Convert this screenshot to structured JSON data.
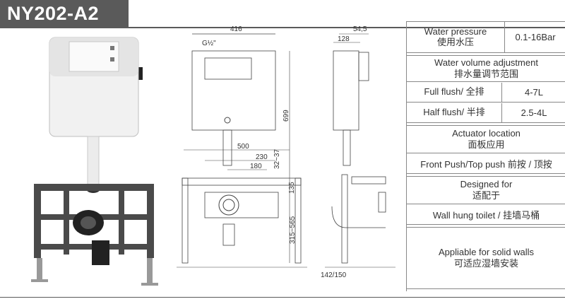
{
  "header": {
    "model": "NY202-A2"
  },
  "dimensions": {
    "front_width": "416",
    "inlet_label": "G½\"",
    "total_height": "699",
    "frame_width": "500",
    "outlet_spread": "230",
    "outlet_offset": "180",
    "flush_pipe_height": "32~37",
    "pipe_gap": "135",
    "outlet_height": "315~565",
    "side_depth": "54,5",
    "side_tank": "128",
    "side_frame": "142/150"
  },
  "specs": {
    "water_pressure": {
      "label_en": "Water pressure",
      "label_cn": "使用水压",
      "value": "0.1-16Bar"
    },
    "volume": {
      "label_en": "Water volume adjustment",
      "label_cn": "排水量调节范围"
    },
    "full_flush": {
      "label": "Full flush/  全排",
      "value": "4-7L"
    },
    "half_flush": {
      "label": "Half flush/ 半排",
      "value": "2.5-4L"
    },
    "actuator": {
      "label_en": "Actuator location",
      "label_cn": "面板应用",
      "value": "Front Push/Top push 前按 / 顶按"
    },
    "designed": {
      "label_en": "Designed for",
      "label_cn": "适配于",
      "value": "Wall hung toilet  / 挂墙马桶"
    },
    "appliable": {
      "label_en": "Appliable for solid walls",
      "label_cn": "可适应湿墙安装"
    }
  }
}
